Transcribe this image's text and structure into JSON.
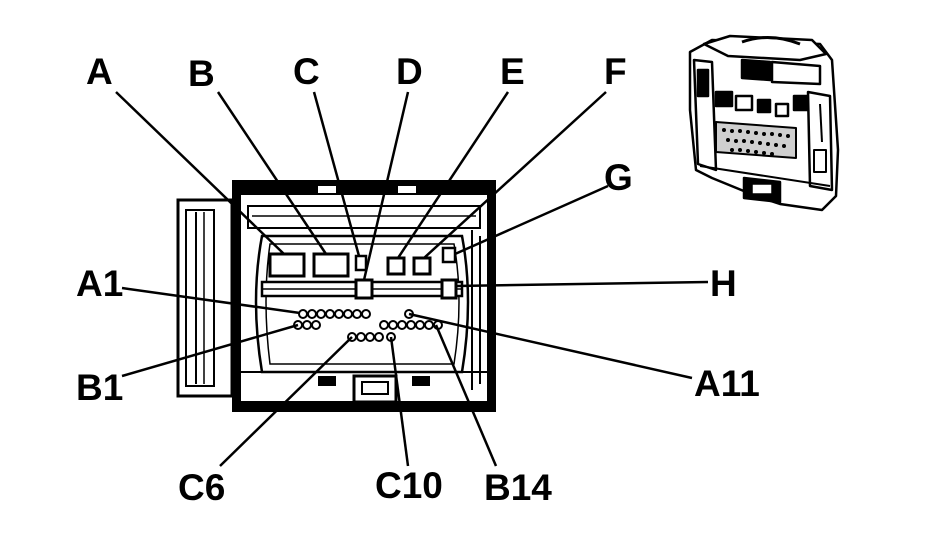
{
  "colors": {
    "ink": "#000000",
    "background": "#ffffff",
    "shade": "#cfcfcf"
  },
  "labels": {
    "A": "A",
    "B": "B",
    "C": "C",
    "D": "D",
    "E": "E",
    "F": "F",
    "G": "G",
    "H": "H",
    "A1": "A1",
    "B1": "B1",
    "A11": "A11",
    "C6": "C6",
    "C10": "C10",
    "B14": "B14"
  }
}
